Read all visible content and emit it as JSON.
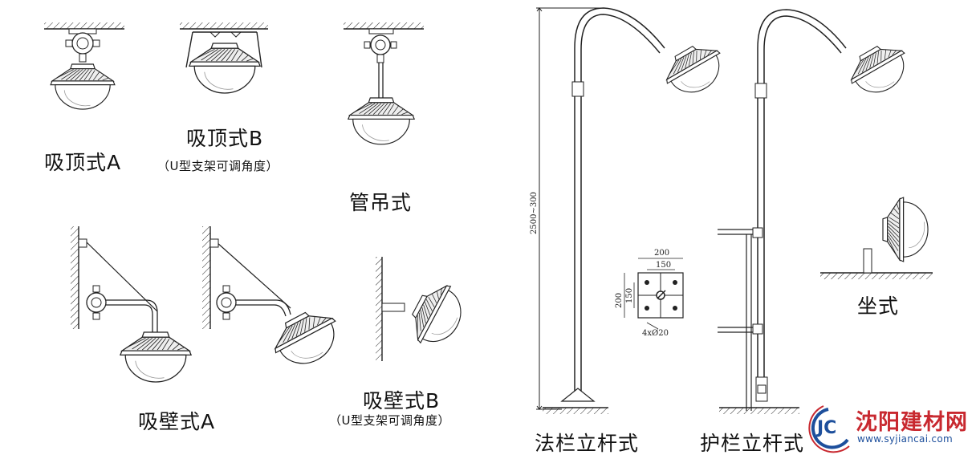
{
  "labels": {
    "ceiling_a": "吸顶式A",
    "ceiling_b": "吸顶式B",
    "ceiling_b_note": "（U型支架可调角度）",
    "pipe_hang": "管吊式",
    "wall_a": "吸壁式A",
    "wall_b": "吸壁式B",
    "wall_b_note": "（U型支架可调角度）",
    "flange_pole": "法栏立杆式",
    "rail_pole": "护栏立杆式",
    "seat": "坐式"
  },
  "dimensions": {
    "pole_height": "2500~300",
    "base_outer": "200",
    "base_inner": "150",
    "base_outer_v": "200",
    "base_inner_v": "150",
    "holes": "4xØ20"
  },
  "watermark": {
    "name": "沈阳建材网",
    "url": "www.syjiancai.com",
    "logo": "jc-logo-icon"
  },
  "colors": {
    "line": "#222222",
    "watermark_red": "#c8282f",
    "watermark_blue": "#1d4f9c"
  }
}
